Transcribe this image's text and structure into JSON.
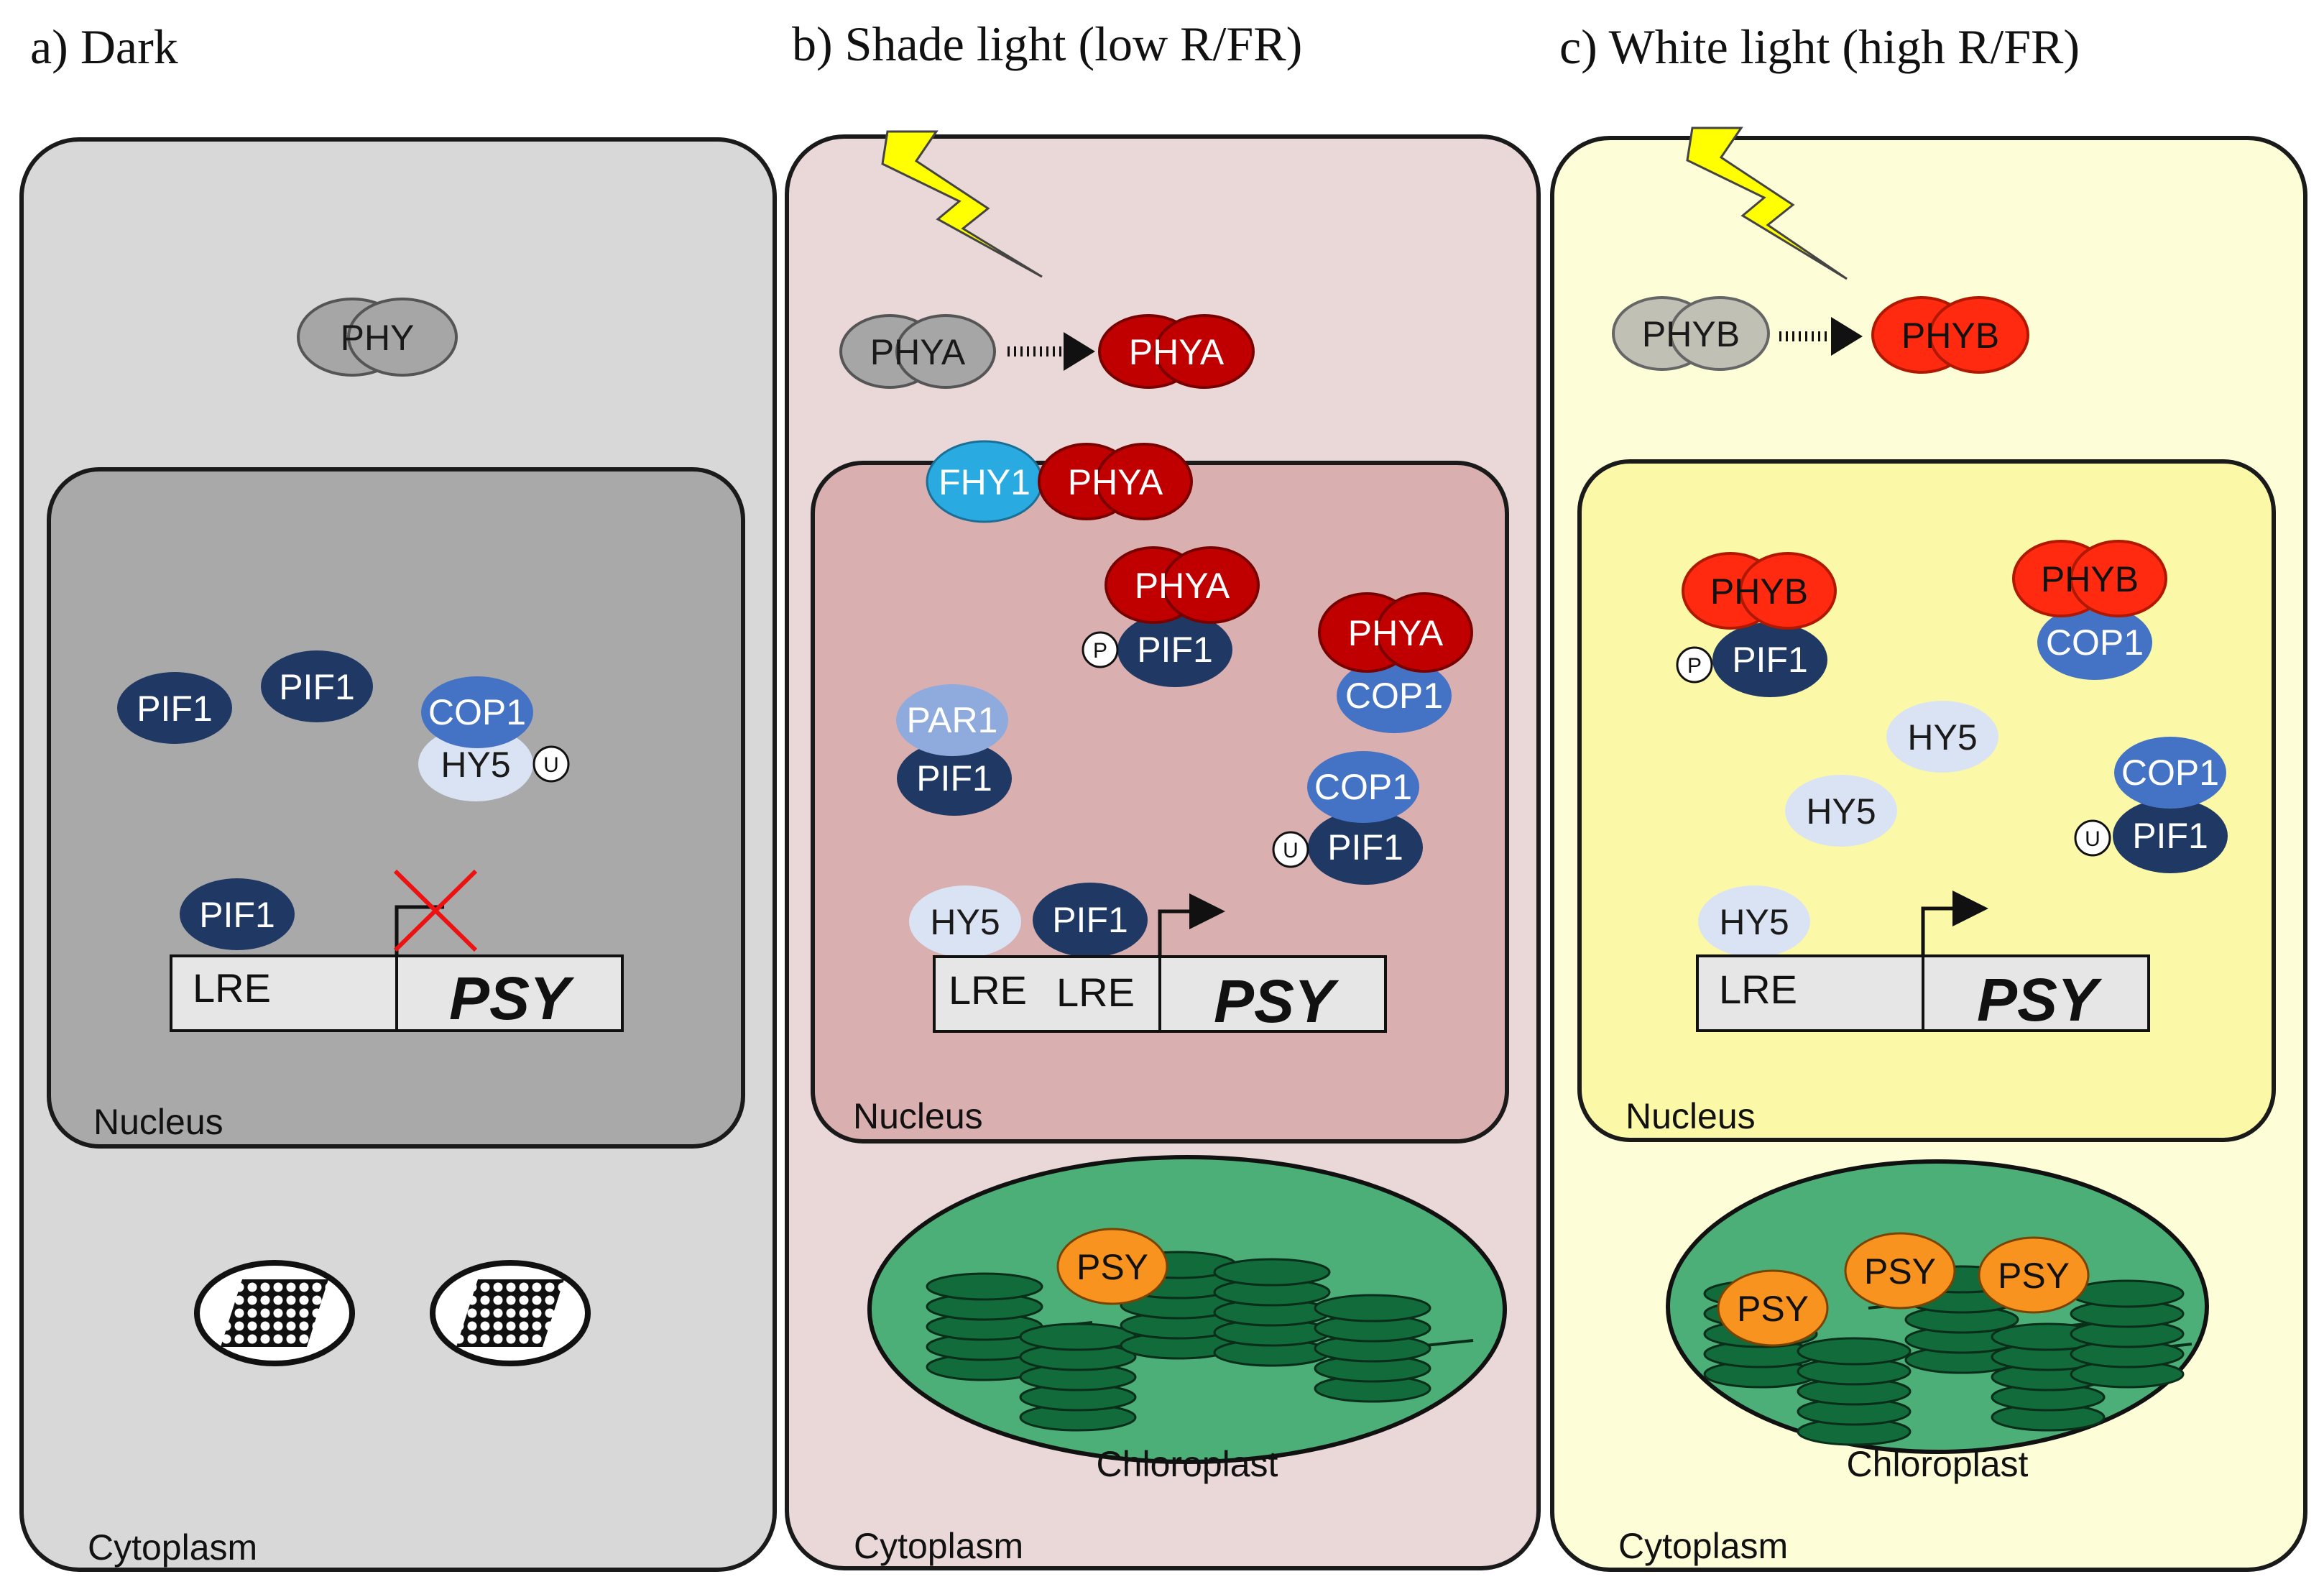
{
  "panels": {
    "a": {
      "title": "a) Dark",
      "phy": "PHY",
      "pif1_a": "PIF1",
      "pif1_b": "PIF1",
      "cop1": "COP1",
      "hy5": "HY5",
      "ubiquitin": "U",
      "pif1_promoter": "PIF1",
      "lre": "LRE",
      "psy_gene": "PSY",
      "nucleus": "Nucleus",
      "cytoplasm": "Cytoplasm"
    },
    "b": {
      "title": "b) Shade light (low R/FR)",
      "phya_inactive": "PHYA",
      "phya_active": "PHYA",
      "fhy1": "FHY1",
      "phya_fhy1": "PHYA",
      "phya_pif1": "PHYA",
      "phospho": "P",
      "pif1_phospho": "PIF1",
      "phya_cop1": "PHYA",
      "cop1_phya": "COP1",
      "par1": "PAR1",
      "pif1_par1": "PIF1",
      "cop1_pif1": "COP1",
      "ubiquitin": "U",
      "pif1_ub": "PIF1",
      "hy5_promoter": "HY5",
      "pif1_promoter": "PIF1",
      "lre1": "LRE",
      "lre2": "LRE",
      "psy_gene": "PSY",
      "nucleus": "Nucleus",
      "psy_enzyme": "PSY",
      "chloroplast": "Chloroplast",
      "cytoplasm": "Cytoplasm"
    },
    "c": {
      "title": "c) White light (high R/FR)",
      "phyb_inactive": "PHYB",
      "phyb_active": "PHYB",
      "phyb_pif1": "PHYB",
      "phospho": "P",
      "pif1_phospho": "PIF1",
      "phyb_cop1": "PHYB",
      "cop1_phyb": "COP1",
      "hy5_a": "HY5",
      "hy5_b": "HY5",
      "cop1_pif1": "COP1",
      "ubiquitin": "U",
      "pif1_ub": "PIF1",
      "hy5_promoter": "HY5",
      "lre": "LRE",
      "psy_gene": "PSY",
      "nucleus": "Nucleus",
      "psy_enzyme_1": "PSY",
      "psy_enzyme_2": "PSY",
      "psy_enzyme_3": "PSY",
      "chloroplast": "Chloroplast",
      "cytoplasm": "Cytoplasm"
    }
  },
  "colors": {
    "dark_cell": "#d8d8d8",
    "dark_nucleus": "#a9a9a9",
    "shade_cell": "#ead8d8",
    "shade_nucleus": "#d9afaf",
    "white_cell": "#fdfdd8",
    "white_nucleus": "#fbf9a8",
    "pif1": "#1f3864",
    "cop1": "#4472c4",
    "hy5": "#dae3f3",
    "par1": "#8faadc",
    "fhy1": "#29abe2",
    "phya_active": "#c00000",
    "phyb_active": "#ff2a10",
    "phy_inactive": "#a6a6a6",
    "phyb_inactive": "#c0c0b4",
    "lightning": "#ffff00",
    "chloroplast": "#4caf78",
    "thylakoid": "#116b3a",
    "psy_enzyme": "#f7931e"
  },
  "icons": [
    "lightning-icon",
    "phosphate-icon",
    "ubiquitin-icon",
    "transcription-arrow-icon",
    "inhibition-cross-icon",
    "prolamellar-body-icon"
  ]
}
